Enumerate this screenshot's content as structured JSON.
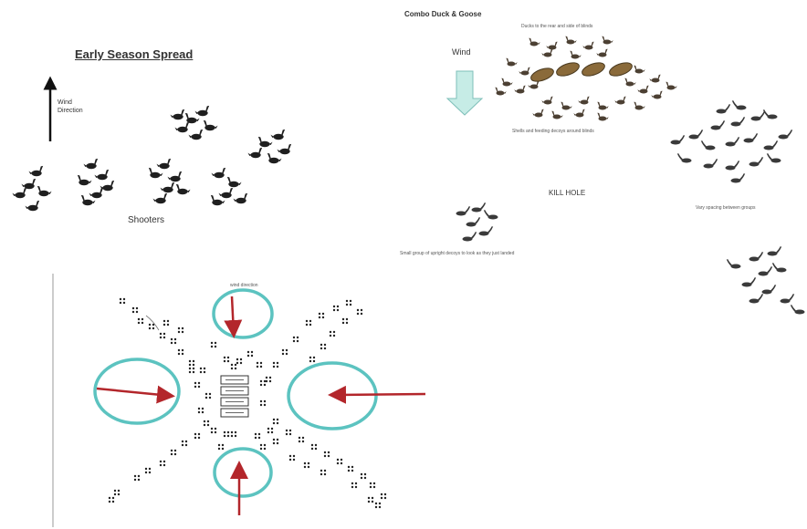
{
  "panels": {
    "early_season": {
      "title": "Early Season Spread",
      "wind_label": "Wind\nDirection",
      "shooters_label": "Shooters"
    },
    "combo": {
      "title": "Combo Duck & Goose",
      "top_note": "Ducks to the rear and side of blinds",
      "wind_label": "Wind",
      "mid_note": "Shells and feeding decoys around blinds",
      "kill_hole": "KILL HOLE",
      "small_group_note": "Small group of upright decoys to look as they just landed",
      "spacing_note": "Vary spacing between groups"
    },
    "bottom": {
      "corner_note": "wind direction"
    }
  },
  "colors": {
    "arrow_red": "#b3262b",
    "ellipse": "#5cc3c0",
    "wind_arrow_fill": "#c6ece6",
    "decoy": "#2b2b2b",
    "decoy_brown": "#5b4a36",
    "blind_fill": "#8a6a3a"
  }
}
